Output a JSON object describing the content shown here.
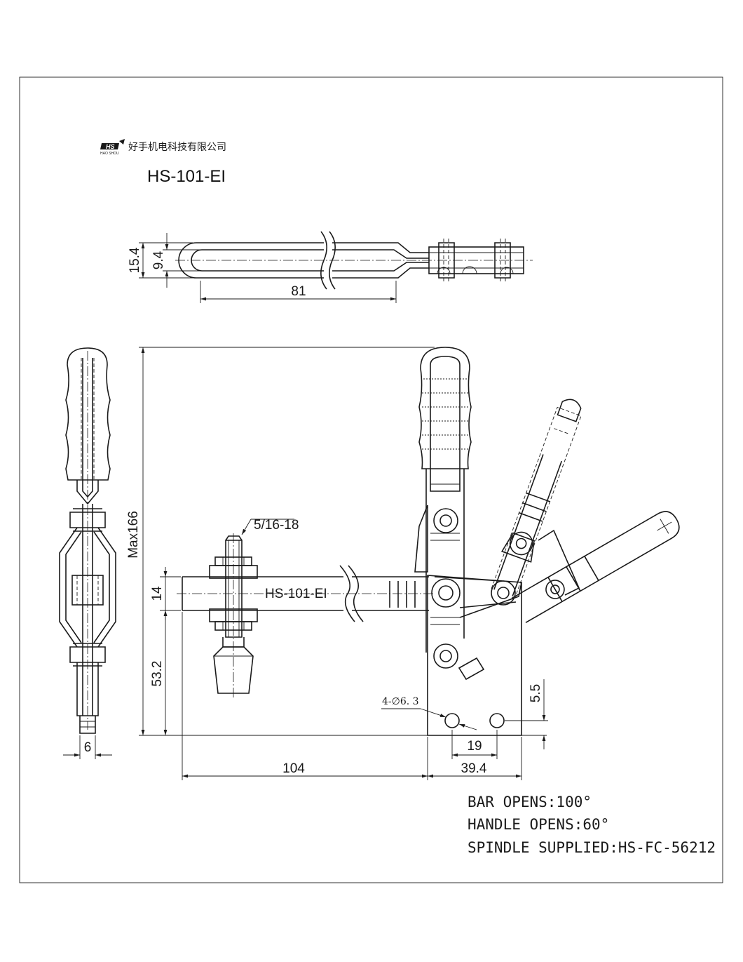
{
  "header": {
    "logo_text": "HS",
    "logo_subtext": "HAO SHOU",
    "company_name": "好手机电科技有限公司",
    "model": "HS-101-EI"
  },
  "top_view": {
    "dim_outer_width": "15.4",
    "dim_inner_width": "9.4",
    "dim_length": "81"
  },
  "side_view": {
    "dim_thickness": "6"
  },
  "front_view": {
    "thread_label": "5/16-18",
    "bar_label": "HS-101-EI",
    "dim_max_height": "Max166",
    "dim_bar_height": "14",
    "dim_bar_center_height": "53.2",
    "dim_bar_length": "104",
    "dim_base_length": "39.4",
    "dim_hole_spacing": "19",
    "dim_hole_offset": "5.5",
    "hole_label": "4-∅6. 3"
  },
  "notes": [
    "BAR OPENS:100°",
    "HANDLE OPENS:60°",
    "SPINDLE SUPPLIED:HS-FC-56212"
  ]
}
